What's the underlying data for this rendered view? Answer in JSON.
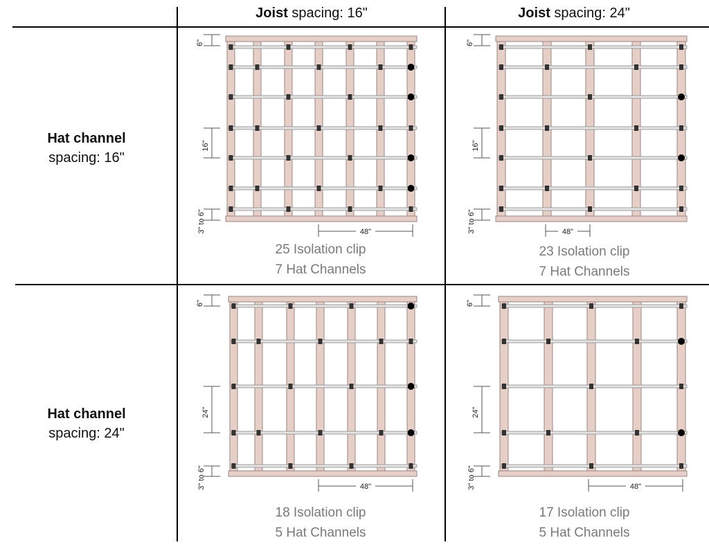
{
  "columns": [
    {
      "bold": "Joist",
      "rest": " spacing: 16\""
    },
    {
      "bold": "Joist",
      "rest": " spacing: 24\""
    }
  ],
  "rows": [
    {
      "bold": "Hat channel",
      "rest": "spacing: 16\""
    },
    {
      "bold": "Hat channel",
      "rest": "spacing: 24\""
    }
  ],
  "cells": [
    {
      "clips": "25 Isolation clip",
      "channels": "7 Hat Channels",
      "labels": {
        "top": "6\"",
        "spacing": "16\"",
        "bottom": "3\" to 6\"",
        "width": "48\""
      }
    },
    {
      "clips": "23 Isolation clip",
      "channels": "7 Hat Channels",
      "labels": {
        "top": "6\"",
        "spacing": "16\"",
        "bottom": "3\" to 6\"",
        "width": "48\""
      }
    },
    {
      "clips": "18 Isolation clip",
      "channels": "5 Hat Channels",
      "labels": {
        "top": "6\"",
        "spacing": "24\"",
        "bottom": "3\" to 6\"",
        "width": "48\""
      }
    },
    {
      "clips": "17 Isolation clip",
      "channels": "5 Hat Channels",
      "labels": {
        "top": "6\"",
        "spacing": "24\"",
        "bottom": "3\" to 6\"",
        "width": "48\""
      }
    }
  ],
  "colors": {
    "joist": "#e6cfc7",
    "joist_edge": "#9c8680",
    "channel": "#e4e4e4",
    "channel_edge": "#8a8a8a",
    "clip": "#333333",
    "dot": "#000000",
    "caption": "#7a7a7a"
  }
}
